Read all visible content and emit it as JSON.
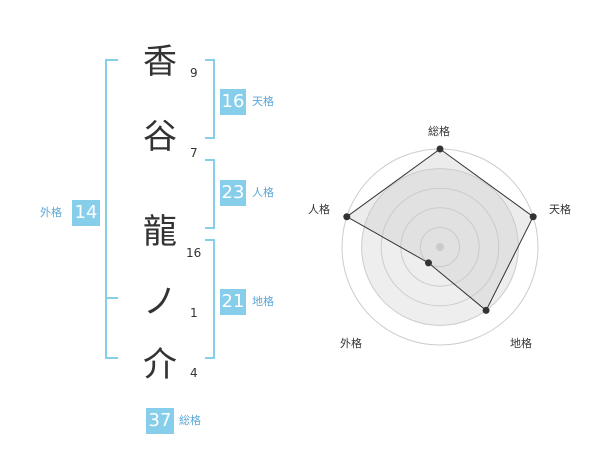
{
  "name": {
    "characters": [
      {
        "char": "香",
        "strokes": "9"
      },
      {
        "char": "谷",
        "strokes": "7"
      },
      {
        "char": "龍",
        "strokes": "16"
      },
      {
        "char": "ノ",
        "strokes": "1"
      },
      {
        "char": "介",
        "strokes": "4"
      }
    ]
  },
  "kaku": {
    "tenkaku": {
      "value": "16",
      "label": "天格"
    },
    "jinkaku": {
      "value": "23",
      "label": "人格"
    },
    "chikaku": {
      "value": "21",
      "label": "地格"
    },
    "gaikaku": {
      "value": "14",
      "label": "外格"
    },
    "soukaku": {
      "value": "37",
      "label": "総格"
    }
  },
  "radar": {
    "axes": [
      "総格",
      "天格",
      "地格",
      "外格",
      "人格"
    ],
    "levels": 5,
    "values": [
      5,
      5,
      4,
      1,
      5
    ],
    "max": 5
  },
  "colors": {
    "accent": "#87ceeb",
    "bracket": "#87ceeb",
    "label": "#5aa7d8",
    "grid": "#cccccc",
    "fill": "#eeeeee",
    "line": "#333333"
  }
}
